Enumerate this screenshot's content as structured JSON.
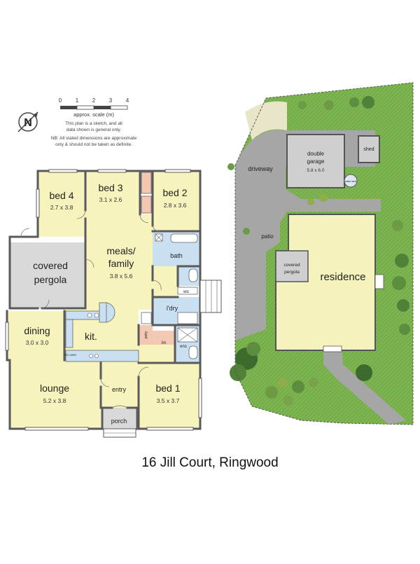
{
  "scale": {
    "ticks": [
      "0",
      "1",
      "2",
      "3",
      "4"
    ],
    "label": "approx. scale (m)",
    "note1": "This plan is a sketch, and all",
    "note2": "data shown is general only.",
    "note3": "NB: All stated dimensions are approximate",
    "note4": "only & should not be taken as definite."
  },
  "compass": {
    "letter": "N"
  },
  "rooms": {
    "bed4": {
      "name": "bed 4",
      "dim": "2.7 x 3.8"
    },
    "bed3": {
      "name": "bed 3",
      "dim": "3.1 x 2.6"
    },
    "bed2": {
      "name": "bed 2",
      "dim": "2.8 x 3.6"
    },
    "meals_line1": "meals/",
    "meals_line2": "family",
    "meals_dim": "3.8 x 5.6",
    "covered_line1": "covered",
    "covered_line2": "pergola",
    "bath": "bath",
    "wc": "wc",
    "ldry": "l'dry",
    "dining": {
      "name": "dining",
      "dim": "3.0 x 3.0"
    },
    "kit": "kit.",
    "lounge": {
      "name": "lounge",
      "dim": "5.2 x 3.8"
    },
    "entry": "entry",
    "bed1": {
      "name": "bed 1",
      "dim": "3.5 x 3.7"
    },
    "porch": "porch",
    "ens": "ens",
    "lin": "lin",
    "pdry": "pdry",
    "wo_oven": "w/o oven"
  },
  "site": {
    "driveway": "driveway",
    "garage_line1": "double",
    "garage_line2": "garage",
    "garage_dim": "5.8 x 6.0",
    "shed": "shed",
    "water_tank": "water tank",
    "patio": "patio",
    "covered_line1": "covered",
    "covered_line2": "pergola",
    "residence": "residence"
  },
  "caption": "16 Jill Court, Ringwood",
  "colors": {
    "room": "#f6f3bd",
    "wet": "#c9dff2",
    "pergola": "#d9d9d9",
    "wall": "#5a5a5a",
    "grass": "#79b24e",
    "paving": "#a6a6a6",
    "residence": "#f4f3bd",
    "garage": "#cfcfcf",
    "door": "#f3c8b3"
  }
}
